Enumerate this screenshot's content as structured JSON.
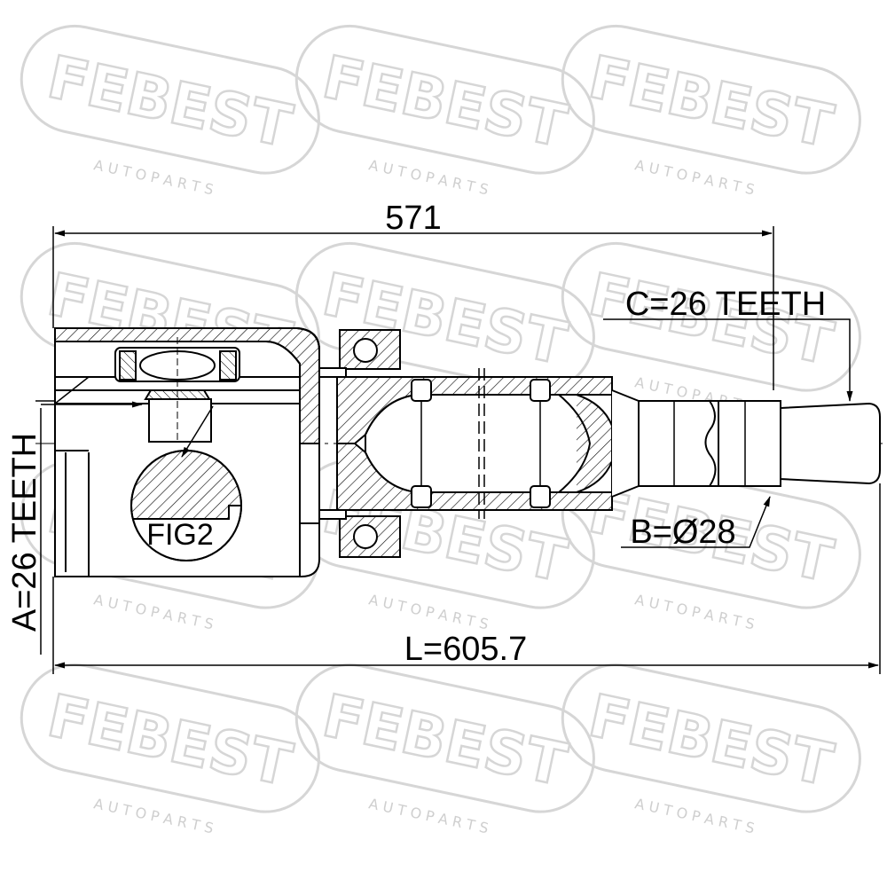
{
  "watermark": {
    "brand": "FEBEST",
    "tagline": "A U T O   P A R T S"
  },
  "dimensions": {
    "overall_length": "571",
    "spline_c": "C=26 TEETH",
    "diameter_b": "B=Ø28",
    "total_length": "L=605.7",
    "spline_a": "A=26 TEETH"
  },
  "detail": {
    "label": "FIG2"
  },
  "colors": {
    "line": "#000000",
    "watermark": "#d9d9d9",
    "background": "#ffffff"
  }
}
